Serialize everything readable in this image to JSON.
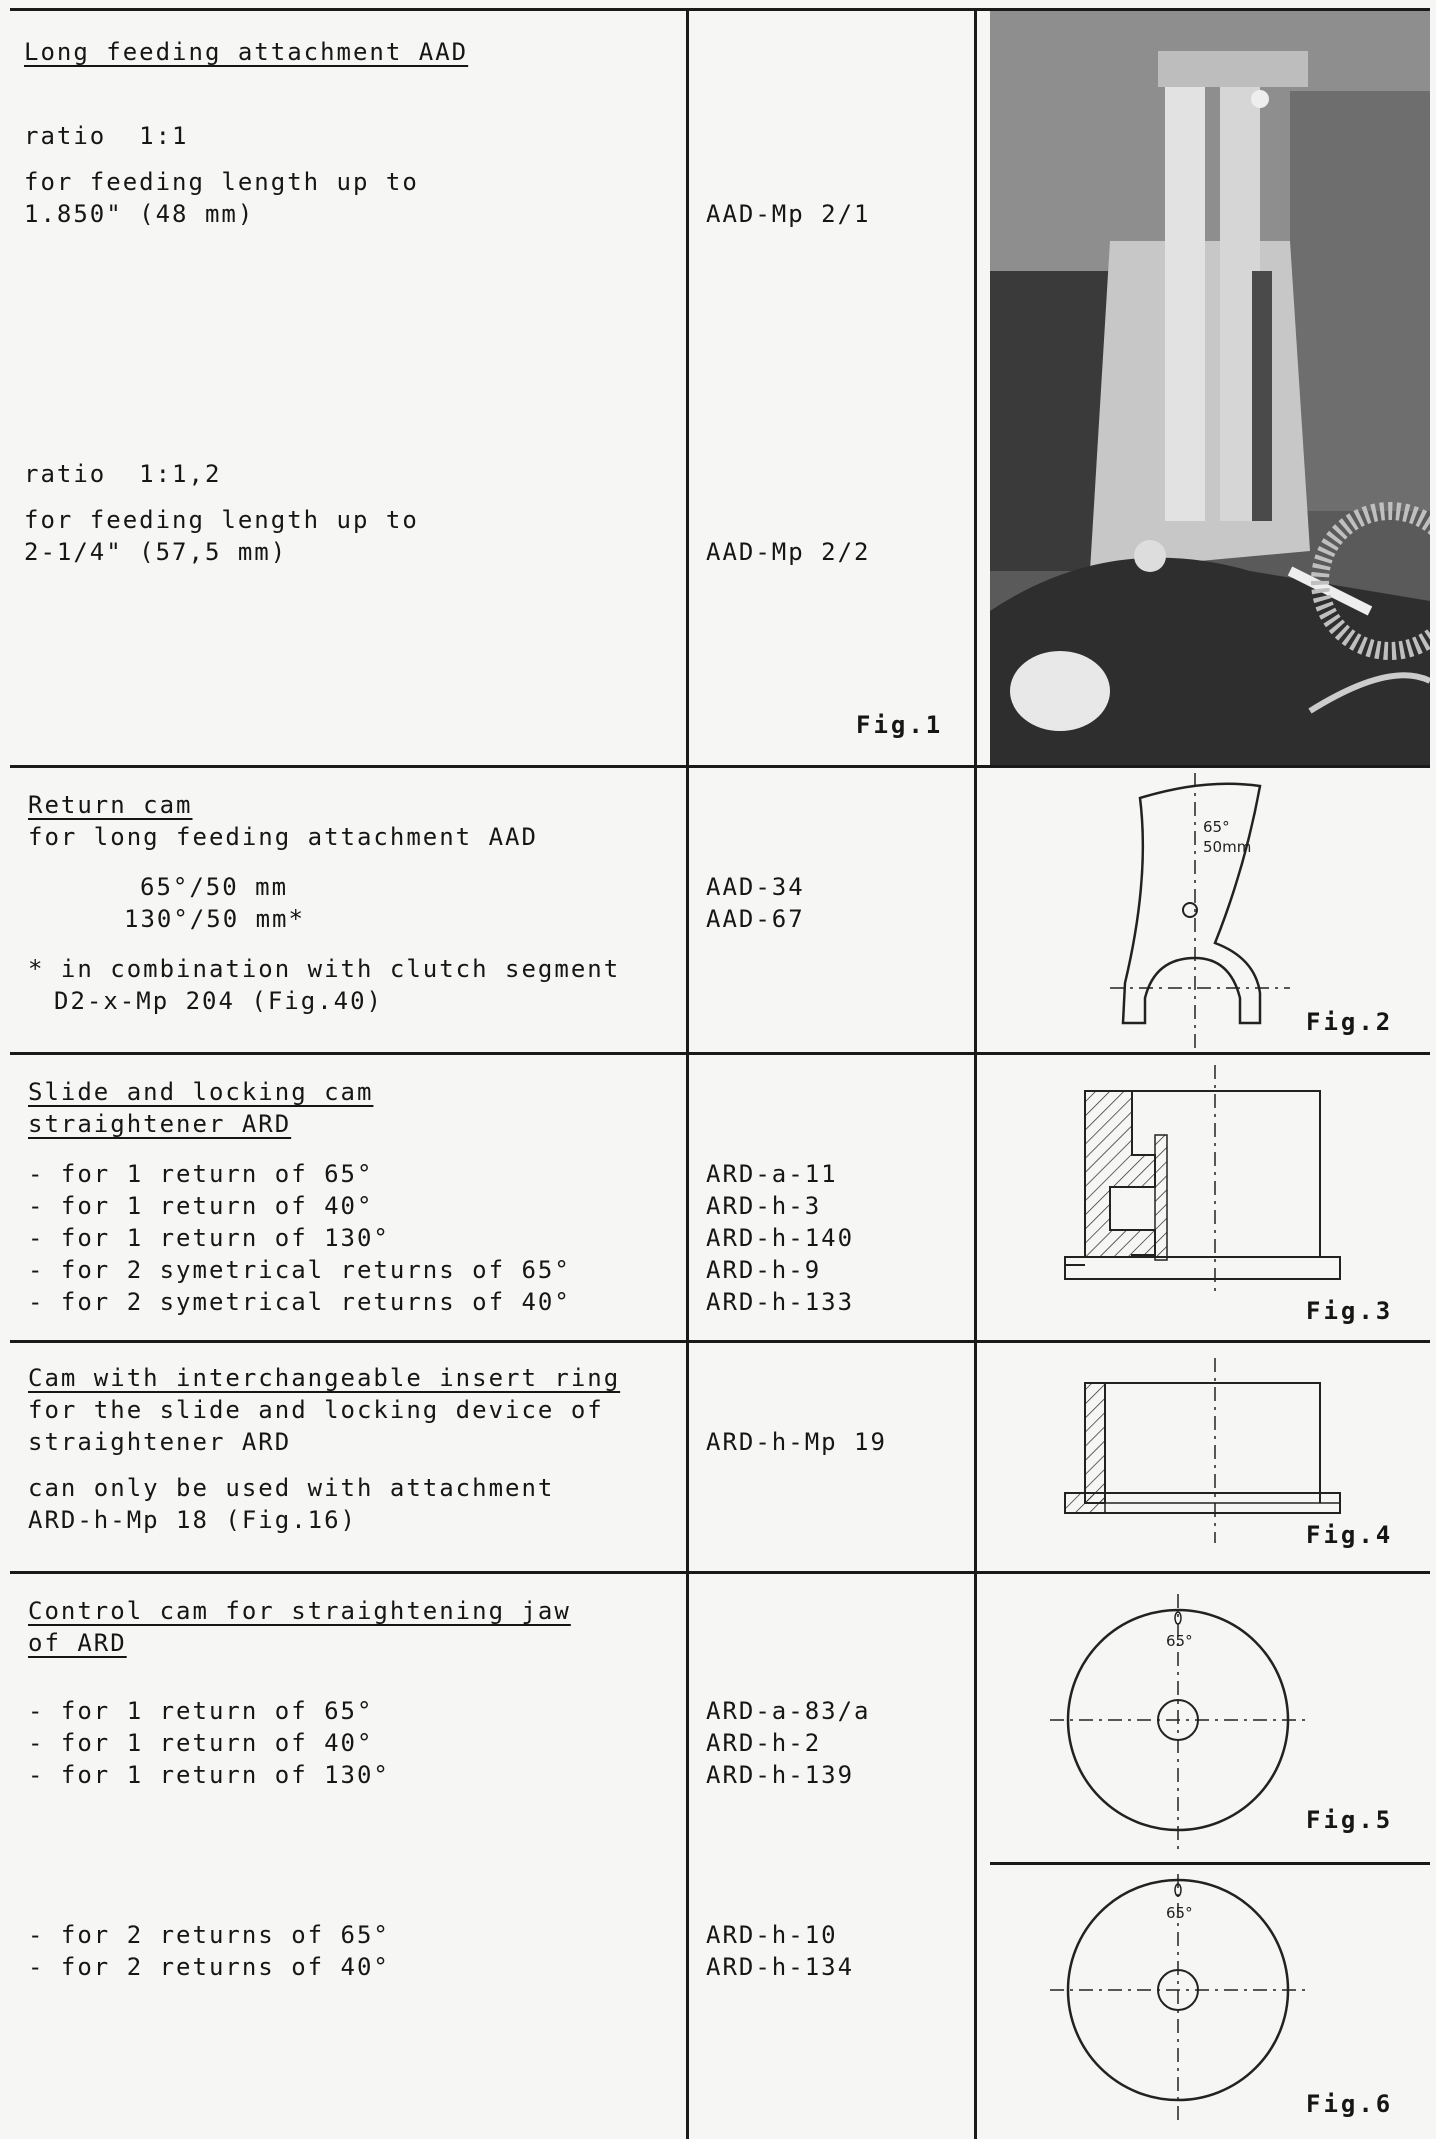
{
  "rows": [
    {
      "title": "Long feeding attachment AAD",
      "lines": [
        "ratio  1:1",
        "for feeding length up to",
        "1.850\" (48 mm)",
        "ratio  1:1,2",
        "for feeding length up to",
        "2-1/4\" (57,5 mm)"
      ],
      "codes": [
        "AAD-Mp 2/1",
        "AAD-Mp 2/2"
      ],
      "fig": "Fig.1"
    },
    {
      "title": "Return cam",
      "lines": [
        "for long feeding attachment AAD",
        "65°/50 mm",
        "130°/50 mm*",
        "* in combination with clutch segment",
        "D2-x-Mp 204 (Fig.40)"
      ],
      "codes": [
        "AAD-34",
        "AAD-67"
      ],
      "fig": "Fig.2",
      "drawing_labels": [
        "65°",
        "50mm"
      ]
    },
    {
      "title": "Slide and locking cam",
      "title2": "straightener ARD",
      "lines": [
        "- for 1 return of 65°",
        "- for 1 return of 40°",
        "- for 1 return of 130°",
        "- for 2 symetrical returns of 65°",
        "- for 2 symetrical returns of 40°"
      ],
      "codes": [
        "ARD-a-11",
        "ARD-h-3",
        "ARD-h-140",
        "ARD-h-9",
        "ARD-h-133"
      ],
      "fig": "Fig.3"
    },
    {
      "title": "Cam with interchangeable insert ring",
      "lines": [
        "for the slide and locking device of",
        "straightener ARD",
        "can only be used with attachment",
        "ARD-h-Mp 18 (Fig.16)"
      ],
      "codes": [
        "ARD-h-Mp 19"
      ],
      "fig": "Fig.4"
    },
    {
      "title": "Control cam for straightening jaw",
      "title2": "of ARD",
      "lines": [
        "- for 1 return of 65°",
        "- for 1 return of 40°",
        "- for 1 return of 130°",
        "- for 2 returns of 65°",
        "- for 2 returns of 40°"
      ],
      "codes": [
        "ARD-a-83/a",
        "ARD-h-2",
        "ARD-h-139",
        "ARD-h-10",
        "ARD-h-134"
      ],
      "fig": "Fig.5",
      "fig2": "Fig.6",
      "drawing_labels": [
        "65°",
        "65°"
      ]
    }
  ]
}
